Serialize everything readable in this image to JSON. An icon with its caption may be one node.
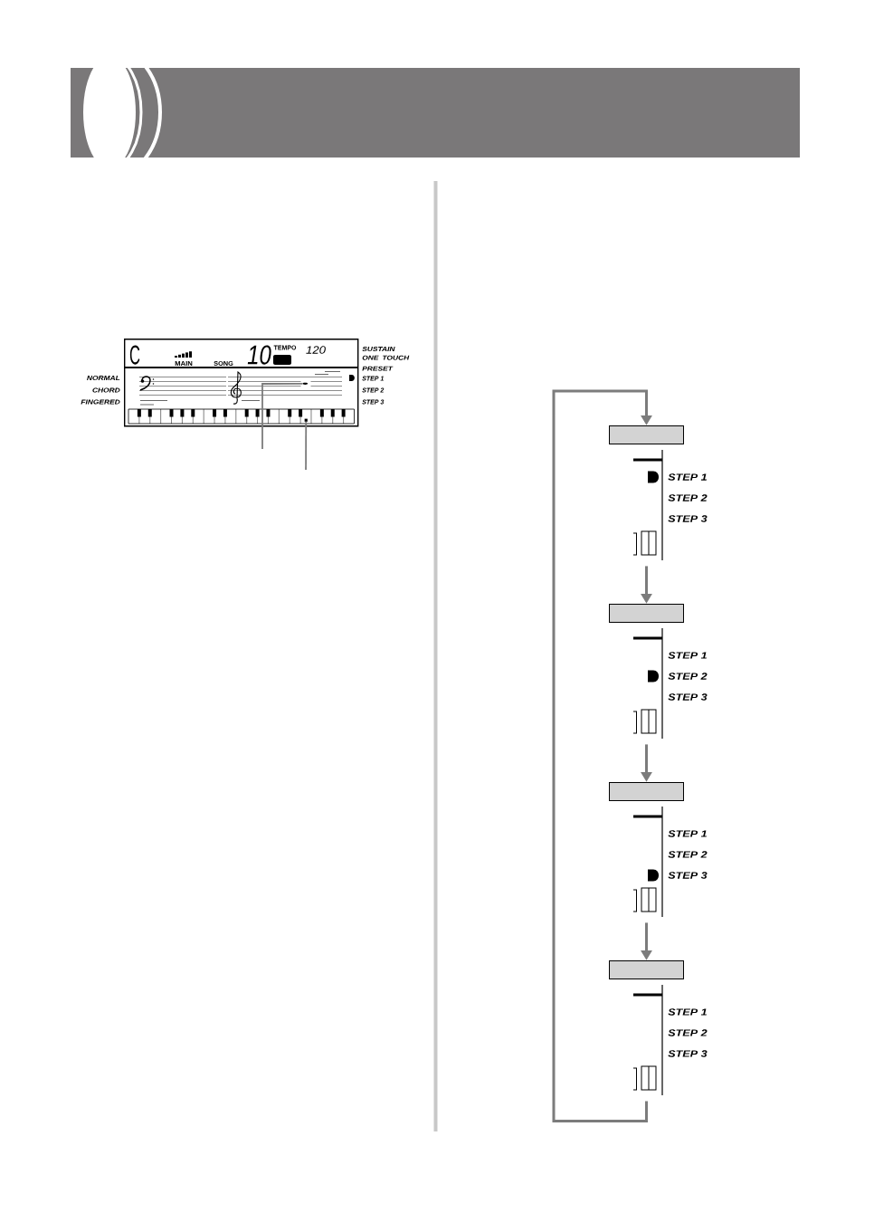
{
  "diagram": {
    "nodes": [
      {
        "text": [
          "C",
          "MAIN",
          "SONG",
          "10",
          "TEMPO",
          "120"
        ]
      },
      {
        "text": [],
        "shape": "circle",
        "in": 0
      },
      {
        "text": [],
        "shape": "box",
        "in": 0
      },
      {
        "text": [],
        "shape": "box"
      },
      {
        "text": [
          "STEP 1",
          "STEP 2",
          "STEP 3"
        ]
      },
      {
        "text": [],
        "shape": "box"
      },
      {
        "text": [
          "STEP 1",
          "STEP 2",
          "STEP 3"
        ]
      },
      {
        "text": [],
        "shape": "box"
      },
      {
        "text": [
          "STEP 1",
          "STEP 2",
          "STEP 3"
        ]
      },
      {
        "text": [],
        "shape": "box"
      },
      {
        "text": [
          "STEP 1",
          "STEP 2",
          "STEP 3"
        ]
      }
    ],
    "edges": [
      {
        "from": null,
        "to": 1,
        "arrow": "none"
      },
      {
        "from": null,
        "to": 2,
        "arrow": "none"
      },
      {
        "from": 4,
        "to": 5,
        "arrow": "to"
      },
      {
        "from": 6,
        "to": 7,
        "arrow": "to"
      },
      {
        "from": 8,
        "to": 9,
        "arrow": "to"
      },
      {
        "from": 10,
        "to": 3,
        "arrow": "to"
      }
    ],
    "labels": [
      "SUSTAIN",
      "ONE TOUCH PRESET",
      "NORMAL",
      "STEP 1",
      "CHORD",
      "STEP 2",
      "FINGERED",
      "STEP 3"
    ]
  }
}
